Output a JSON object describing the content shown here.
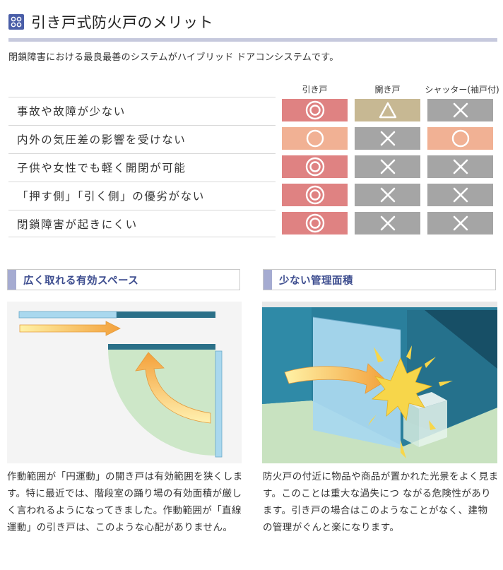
{
  "header": {
    "title": "引き戸式防火戸のメリット",
    "icon": "grid-icon",
    "accent": "#4a5ea8"
  },
  "intro": "閉鎖障害における最良最善のシステムがハイブリッド ドアコンシステムです。",
  "table": {
    "columns": [
      "引き戸",
      "開き戸",
      "シャッター(袖戸付)"
    ],
    "rows": [
      {
        "label": "事故や故障が少ない",
        "marks": [
          "◎",
          "△",
          "×"
        ]
      },
      {
        "label": "内外の気圧差の影響を受けない",
        "marks": [
          "○",
          "×",
          "○"
        ]
      },
      {
        "label": "子供や女性でも軽く開閉が可能",
        "marks": [
          "◎",
          "×",
          "×"
        ]
      },
      {
        "label": "「押す側」「引く側」の優劣がない",
        "marks": [
          "◎",
          "×",
          "×"
        ]
      },
      {
        "label": "閉鎖障害が起きにくい",
        "marks": [
          "◎",
          "×",
          "×"
        ]
      }
    ]
  },
  "sections": [
    {
      "heading": "広く取れる有効スペース",
      "caption": "作動範囲が「円運動」の開き戸は有効範囲を狭くします。特に最近では、階段室の踊り場の有効面積が厳しく言われるようになってきました。作動範囲が「直線運動」の引き戸は、このような心配がありません。"
    },
    {
      "heading": "少ない管理面積",
      "caption": "防火戸の付近に物品や商品が置かれた光景をよく見ます。このことは重大な過失につ ながる危険性があります。引き戸の場合はこのようなことがなく、建物 の管理がぐんと楽になります。"
    }
  ]
}
